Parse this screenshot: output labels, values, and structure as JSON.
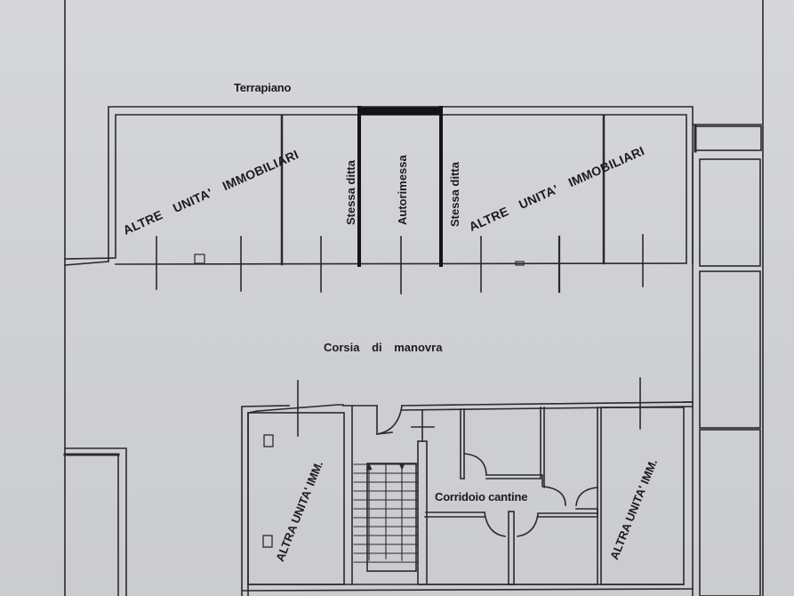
{
  "plan": {
    "title_area": "Terrapiano",
    "labels": {
      "terrapiano": "Terrapiano",
      "altre_unita_left": "ALTRE UNITA' IMMOBILIARI",
      "altre_unita_right": "ALTRE UNITA' IMMOBILIARI",
      "stessa_ditta_left": "Stessa ditta",
      "autorimessa": "Autorimessa",
      "stessa_ditta_right": "Stessa ditta",
      "corsia_manovra": "Corsia di manovra",
      "corridoio_cantine": "Corridoio cantine",
      "altra_unita_left": "ALTRA UNITA' IMM.",
      "altra_unita_right": "ALTRA UNITA' IMM."
    },
    "colors": {
      "paper": "#d4d5d9",
      "line": "#2a2a2c",
      "thick_line": "#141416"
    }
  }
}
